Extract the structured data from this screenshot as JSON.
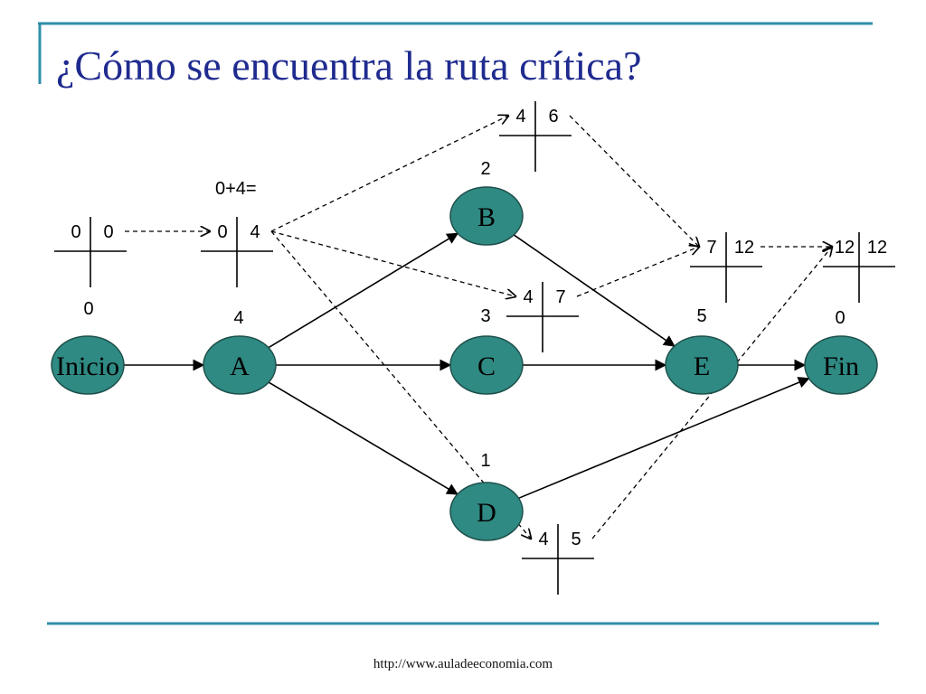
{
  "title": "¿Cómo se encuentra la ruta crítica?",
  "footer": "http://www.auladeeconomia.com",
  "colors": {
    "accent": "#1f2b8f",
    "rule": "#2f8fa8",
    "node_fill": "#2f8a83",
    "node_stroke": "#1e4f4a"
  },
  "annotation": "0+4=",
  "nodes": [
    {
      "id": "inicio",
      "label": "Inicio",
      "duration": "0"
    },
    {
      "id": "a",
      "label": "A",
      "duration": "4"
    },
    {
      "id": "b",
      "label": "B",
      "duration": "2"
    },
    {
      "id": "c",
      "label": "C",
      "duration": "3"
    },
    {
      "id": "d",
      "label": "D",
      "duration": "1"
    },
    {
      "id": "e",
      "label": "E",
      "duration": "5"
    },
    {
      "id": "fin",
      "label": "Fin",
      "duration": "0"
    }
  ],
  "time_boxes": [
    {
      "id": "inicio",
      "start": "0",
      "end": "0"
    },
    {
      "id": "a",
      "start": "0",
      "end": "4"
    },
    {
      "id": "b",
      "start": "4",
      "end": "6"
    },
    {
      "id": "c",
      "start": "4",
      "end": "7"
    },
    {
      "id": "d",
      "start": "4",
      "end": "5"
    },
    {
      "id": "e",
      "start": "7",
      "end": "12"
    },
    {
      "id": "fin",
      "start": "12",
      "end": "12"
    }
  ],
  "edges": [
    {
      "from": "inicio",
      "to": "a"
    },
    {
      "from": "a",
      "to": "b"
    },
    {
      "from": "a",
      "to": "c"
    },
    {
      "from": "a",
      "to": "d"
    },
    {
      "from": "b",
      "to": "e"
    },
    {
      "from": "c",
      "to": "e"
    },
    {
      "from": "d",
      "to": "fin"
    },
    {
      "from": "e",
      "to": "fin"
    }
  ],
  "dashed_edges": [
    {
      "from": "inicio",
      "to": "a"
    },
    {
      "from": "a",
      "to": "b"
    },
    {
      "from": "a",
      "to": "c"
    },
    {
      "from": "a",
      "to": "d"
    },
    {
      "from": "b",
      "to": "e"
    },
    {
      "from": "c",
      "to": "e"
    },
    {
      "from": "d",
      "to": "fin"
    },
    {
      "from": "e",
      "to": "fin"
    }
  ]
}
